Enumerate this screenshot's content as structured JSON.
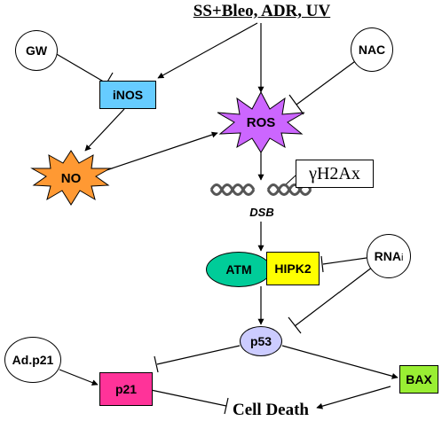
{
  "title": "SS+Bleo, ADR, UV",
  "colors": {
    "inos": "#66ccff",
    "ros": "#cc66ff",
    "no": "#ff9933",
    "atm": "#00cc99",
    "hipk2": "#ffff00",
    "p53": "#ccccff",
    "p21": "#ff3399",
    "bax": "#99ee33"
  },
  "nodes": {
    "gw": "GW",
    "nac": "NAC",
    "inos": "iNOS",
    "ros": "ROS",
    "no": "NO",
    "gamma_h2ax": "γH2Ax",
    "dsb": "DSB",
    "atm": "ATM",
    "hipk2": "HIPK2",
    "rnai_base": "RNA",
    "rnai_suffix": "i",
    "p53": "p53",
    "adp21": "Ad.p21",
    "p21": "p21",
    "bax": "BAX",
    "cell_death": "Cell Death"
  },
  "icons": {
    "dna": "dna-helix-icon"
  }
}
